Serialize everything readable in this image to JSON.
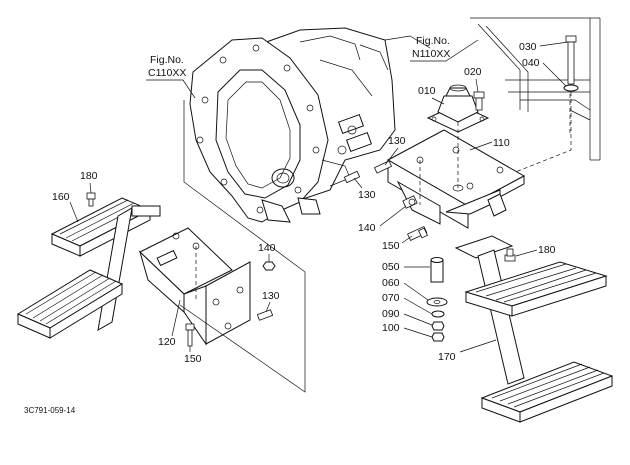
{
  "fig_refs": [
    {
      "line1": "Fig.No.",
      "line2": "C110XX"
    },
    {
      "line1": "Fig.No.",
      "line2": "N110XX"
    }
  ],
  "callouts": [
    "010",
    "020",
    "030",
    "040",
    "050",
    "060",
    "070",
    "090",
    "100",
    "110",
    "120",
    "130",
    "130",
    "130",
    "140",
    "140",
    "150",
    "150",
    "160",
    "170",
    "180",
    "180"
  ],
  "drawing_code": "3C791-059-14"
}
